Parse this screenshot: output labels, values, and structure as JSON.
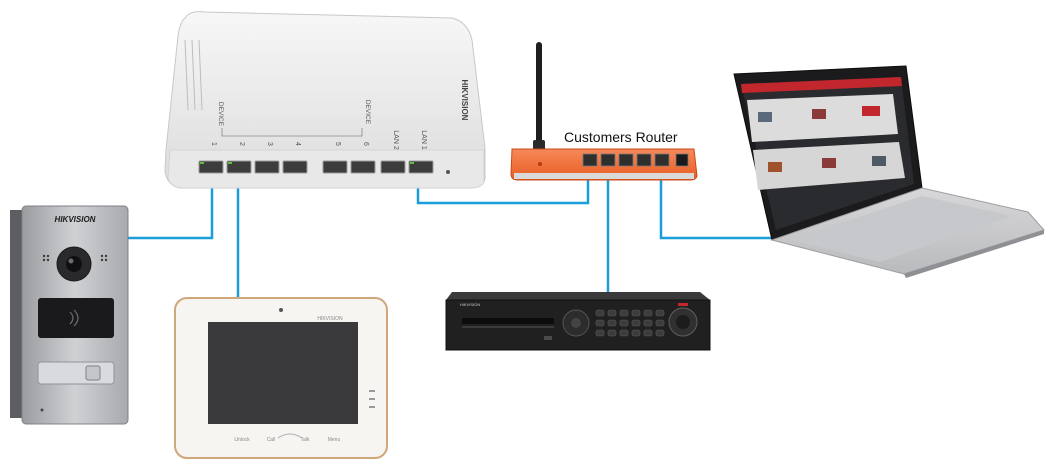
{
  "router": {
    "label": "Customers Router"
  },
  "switch": {
    "brand": "HIKVISION",
    "group_label": "DEVICE",
    "ports": [
      "1",
      "2",
      "3",
      "4",
      "5",
      "6",
      "LAN 2",
      "LAN 1"
    ]
  },
  "door_station": {
    "brand": "HIKVISION"
  },
  "monitor": {
    "brand": "HIKVISION",
    "buttons": [
      "Unlock",
      "Call",
      "Talk",
      "Menu"
    ]
  },
  "nvr": {
    "brand": "HIKVISION"
  },
  "colors": {
    "cable": "#1a9ed9",
    "router_accent": "#f0642a",
    "laptop_accent": "#c2272d"
  }
}
